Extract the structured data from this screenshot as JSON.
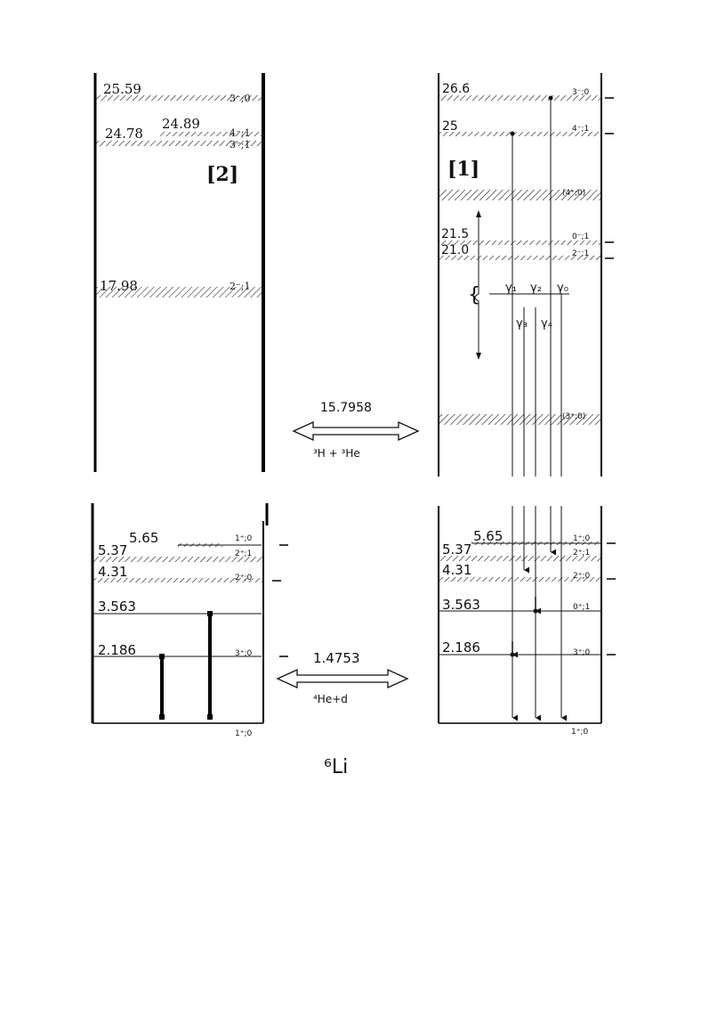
{
  "panel_left_top": {
    "reference": "[2]",
    "levels": [
      {
        "energy": "25.59",
        "jpi": "3⁻;0"
      },
      {
        "energy": "24.78",
        "jpi": "3⁻;1"
      },
      {
        "energy": "24.89",
        "jpi": "4⁻;1"
      },
      {
        "energy": "17.98",
        "jpi": "2⁻;1"
      }
    ]
  },
  "panel_right_top": {
    "reference": "[1]",
    "levels": [
      {
        "energy": "26.6",
        "jpi": "3⁻;0"
      },
      {
        "energy": "25",
        "jpi": "4⁻;1"
      },
      {
        "energy": "",
        "jpi": "(4⁺;0)"
      },
      {
        "energy": "21.5",
        "jpi": "0⁻;1"
      },
      {
        "energy": "21.0",
        "jpi": "2⁻;1"
      },
      {
        "energy": "",
        "jpi": "(3⁺;0)"
      }
    ],
    "gammas": [
      "γ₁",
      "γ₂",
      "γ₀",
      "γ₃",
      "γ₄"
    ]
  },
  "threshold_top": {
    "value": "15.7958",
    "label": "³H + ³He"
  },
  "threshold_bottom": {
    "value": "1.4753",
    "label": "⁴He+d"
  },
  "nucleus": "⁶Li",
  "panel_left_bottom": {
    "levels": [
      {
        "energy": "5.65",
        "jpi": "1⁺;0"
      },
      {
        "energy": "5.37",
        "jpi": "2⁺;1"
      },
      {
        "energy": "4.31",
        "jpi": "2⁺;0"
      },
      {
        "energy": "3.563",
        "jpi": ""
      },
      {
        "energy": "2.186",
        "jpi": "3⁺;0"
      }
    ],
    "ground": "1⁺;0"
  },
  "panel_right_bottom": {
    "levels": [
      {
        "energy": "5.65",
        "jpi": "1⁺;0"
      },
      {
        "energy": "5.37",
        "jpi": "2⁺;1"
      },
      {
        "energy": "4.31",
        "jpi": "2⁺;0"
      },
      {
        "energy": "3.563",
        "jpi": "0⁺;1"
      },
      {
        "energy": "2.186",
        "jpi": "3⁺;0"
      }
    ],
    "ground": "1⁺;0"
  }
}
